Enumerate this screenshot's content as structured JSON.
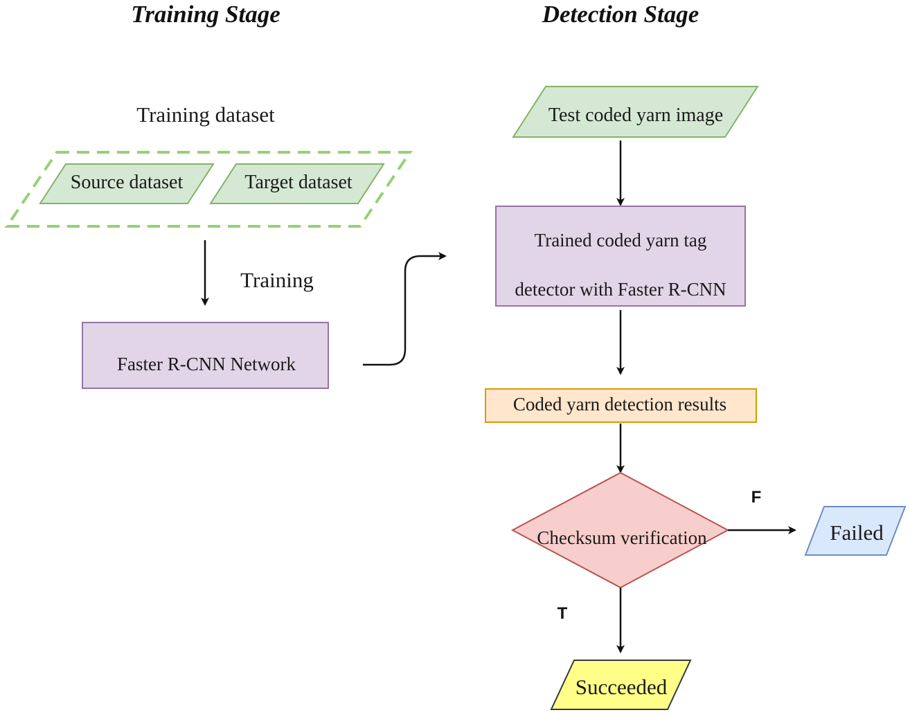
{
  "titles": {
    "training_stage": "Training Stage",
    "detection_stage": "Detection Stage"
  },
  "training": {
    "dataset_group_label": "Training dataset",
    "source_dataset": "Source dataset",
    "target_dataset": "Target dataset",
    "edge_label": "Training",
    "network": "Faster R-CNN Network"
  },
  "detection": {
    "test_image": "Test coded yarn image",
    "detector_line1": "Trained coded yarn tag",
    "detector_line2": "detector with Faster R-CNN",
    "results": "Coded yarn detection results",
    "decision": "Checksum verification",
    "false_label": "F",
    "true_label": "T",
    "failed": "Failed",
    "succeeded": "Succeeded"
  },
  "colors": {
    "green_fill": "#d5e8d4",
    "green_stroke": "#82b366",
    "purple_fill": "#e1d5e7",
    "purple_stroke": "#9673a6",
    "orange_fill": "#ffe6cc",
    "orange_stroke": "#d79b00",
    "red_fill": "#f8cecc",
    "red_stroke": "#b85450",
    "blue_fill": "#dae8fc",
    "blue_stroke": "#6c8ebf",
    "yellow_fill": "#ffff88",
    "yellow_stroke": "#36393d",
    "dashed_stroke": "#97d077"
  }
}
